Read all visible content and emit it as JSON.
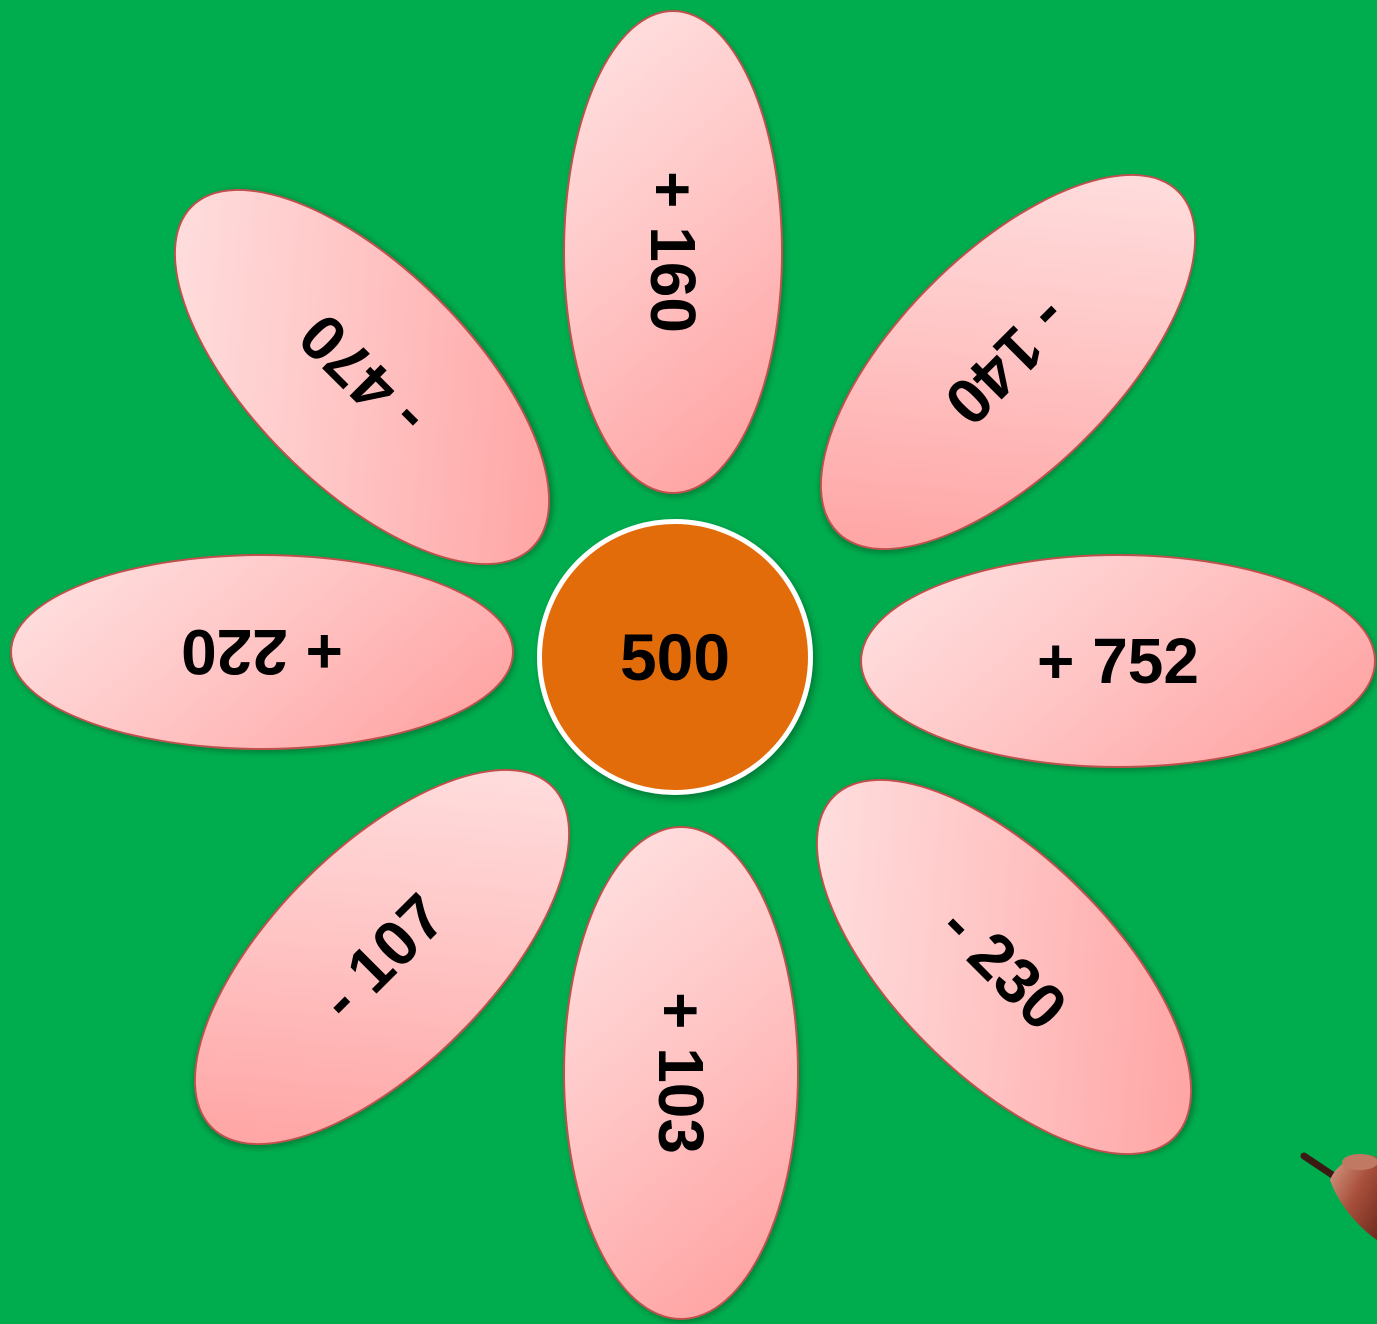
{
  "center": {
    "value": "500",
    "color": "#e36c0a"
  },
  "petals": [
    {
      "label": "+ 160"
    },
    {
      "label": "- 140"
    },
    {
      "label": "+ 752"
    },
    {
      "label": "- 230"
    },
    {
      "label": "+ 103"
    },
    {
      "label": "- 107"
    },
    {
      "label": "+ 220"
    },
    {
      "label": "- 470"
    }
  ],
  "colors": {
    "background": "#00ad4e",
    "petal_light": "#ffe4e4",
    "petal_dark": "#ff9d9d",
    "petal_border": "#c0504d"
  }
}
